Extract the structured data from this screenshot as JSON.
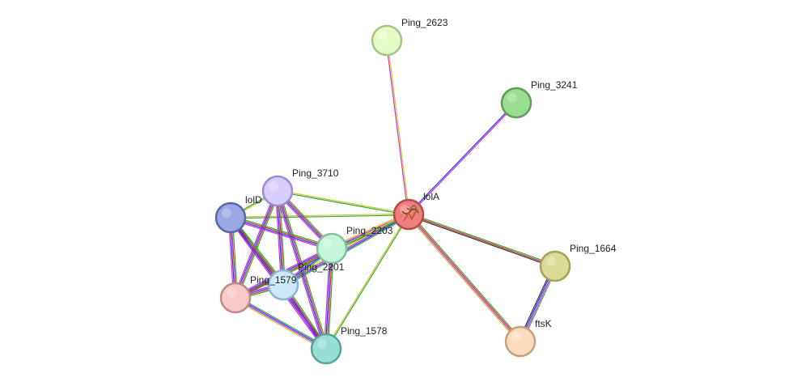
{
  "network": {
    "nodes": [
      {
        "id": "lolA",
        "label": "lolA",
        "fill": "#f08080",
        "stroke": "#b94a4a",
        "query": true
      },
      {
        "id": "Ping_2623",
        "label": "Ping_2623",
        "fill": "#e4fcc4",
        "stroke": "#a7c283"
      },
      {
        "id": "Ping_3241",
        "label": "Ping_3241",
        "fill": "#99dd8f",
        "stroke": "#5f9c57"
      },
      {
        "id": "Ping_3710",
        "label": "Ping_3710",
        "fill": "#d9ccff",
        "stroke": "#9d8cd1"
      },
      {
        "id": "lolD",
        "label": "lolD",
        "fill": "#9ba6e4",
        "stroke": "#5a66a6"
      },
      {
        "id": "Ping_2203",
        "label": "Ping_2203",
        "fill": "#c2f7d9",
        "stroke": "#84c09e"
      },
      {
        "id": "Ping_2201",
        "label": "Ping_2201",
        "fill": "#cde9f9",
        "stroke": "#8ab5cc"
      },
      {
        "id": "Ping_1579",
        "label": "Ping_1579",
        "fill": "#f7c9c9",
        "stroke": "#c28a8a"
      },
      {
        "id": "Ping_1578",
        "label": "Ping_1578",
        "fill": "#96dfd4",
        "stroke": "#5aa197"
      },
      {
        "id": "Ping_1664",
        "label": "Ping_1664",
        "fill": "#dcdb96",
        "stroke": "#a3a25a"
      },
      {
        "id": "ftsK",
        "label": "ftsK",
        "fill": "#fddcbc",
        "stroke": "#c6a07d"
      }
    ],
    "edges": [
      {
        "source": "lolA",
        "target": "Ping_2623",
        "colors": [
          "#cc33cc",
          "#c8c832"
        ]
      },
      {
        "source": "lolA",
        "target": "Ping_3241",
        "colors": [
          "#3333ff",
          "#cc33cc"
        ]
      },
      {
        "source": "lolA",
        "target": "Ping_3710",
        "colors": [
          "#33aa33",
          "#c8c832"
        ]
      },
      {
        "source": "lolA",
        "target": "lolD",
        "colors": [
          "#33aa33",
          "#c8c832"
        ]
      },
      {
        "source": "lolA",
        "target": "Ping_2203",
        "colors": [
          "#33aa33",
          "#3333ff",
          "#cc33cc",
          "#c8c832"
        ]
      },
      {
        "source": "lolA",
        "target": "Ping_2201",
        "colors": [
          "#33aa33",
          "#3333ff",
          "#cc33cc",
          "#c8c832"
        ]
      },
      {
        "source": "lolA",
        "target": "Ping_1579",
        "colors": [
          "#33aa33",
          "#c8c832"
        ]
      },
      {
        "source": "lolA",
        "target": "Ping_1578",
        "colors": [
          "#33aa33",
          "#c8c832"
        ]
      },
      {
        "source": "lolA",
        "target": "Ping_1664",
        "colors": [
          "#33aa33",
          "#cc3333",
          "#333333"
        ]
      },
      {
        "source": "lolA",
        "target": "ftsK",
        "colors": [
          "#33aa33",
          "#cc3333",
          "#cc33cc",
          "#c8c832"
        ]
      },
      {
        "source": "Ping_1664",
        "target": "ftsK",
        "colors": [
          "#33aa33",
          "#cc33cc",
          "#3333ff",
          "#333333"
        ]
      },
      {
        "source": "Ping_3710",
        "target": "Ping_2203",
        "colors": [
          "#33aa33",
          "#cc3333",
          "#3333ff",
          "#cc33cc"
        ]
      },
      {
        "source": "Ping_3710",
        "target": "Ping_2201",
        "colors": [
          "#33aa33",
          "#cc3333",
          "#3333ff",
          "#cc33cc"
        ]
      },
      {
        "source": "Ping_3710",
        "target": "Ping_1579",
        "colors": [
          "#33aa33",
          "#cc3333",
          "#3333ff",
          "#cc33cc"
        ]
      },
      {
        "source": "Ping_3710",
        "target": "Ping_1578",
        "colors": [
          "#33aa33",
          "#cc3333",
          "#3333ff",
          "#cc33cc"
        ]
      },
      {
        "source": "lolD",
        "target": "Ping_2203",
        "colors": [
          "#33aa33",
          "#cc3333",
          "#3333ff",
          "#cc33cc"
        ]
      },
      {
        "source": "lolD",
        "target": "Ping_2201",
        "colors": [
          "#33aa33",
          "#cc3333",
          "#3333ff",
          "#cc33cc"
        ]
      },
      {
        "source": "lolD",
        "target": "Ping_1579",
        "colors": [
          "#33aa33",
          "#cc3333",
          "#3333ff",
          "#cc33cc"
        ]
      },
      {
        "source": "lolD",
        "target": "Ping_1578",
        "colors": [
          "#33aa33",
          "#cc3333",
          "#3333ff",
          "#cc33cc"
        ]
      },
      {
        "source": "Ping_2203",
        "target": "Ping_2201",
        "colors": [
          "#33aa33",
          "#3333ff",
          "#cc33cc"
        ]
      },
      {
        "source": "Ping_2203",
        "target": "Ping_1579",
        "colors": [
          "#33aa33",
          "#cc3333",
          "#3333ff",
          "#cc33cc"
        ]
      },
      {
        "source": "Ping_2203",
        "target": "Ping_1578",
        "colors": [
          "#33aa33",
          "#cc3333",
          "#3333ff",
          "#cc33cc"
        ]
      },
      {
        "source": "Ping_2201",
        "target": "Ping_1579",
        "colors": [
          "#33aa33",
          "#cc3333",
          "#3333ff",
          "#cc33cc"
        ]
      },
      {
        "source": "Ping_2201",
        "target": "Ping_1578",
        "colors": [
          "#33aa33",
          "#cc3333",
          "#3333ff",
          "#cc33cc"
        ]
      },
      {
        "source": "Ping_1579",
        "target": "Ping_1578",
        "colors": [
          "#33aa33",
          "#3333ff",
          "#cc33cc",
          "#c8c832"
        ]
      },
      {
        "source": "lolD",
        "target": "Ping_3710",
        "colors": [
          "#33aa33",
          "#c8c832"
        ]
      }
    ]
  }
}
